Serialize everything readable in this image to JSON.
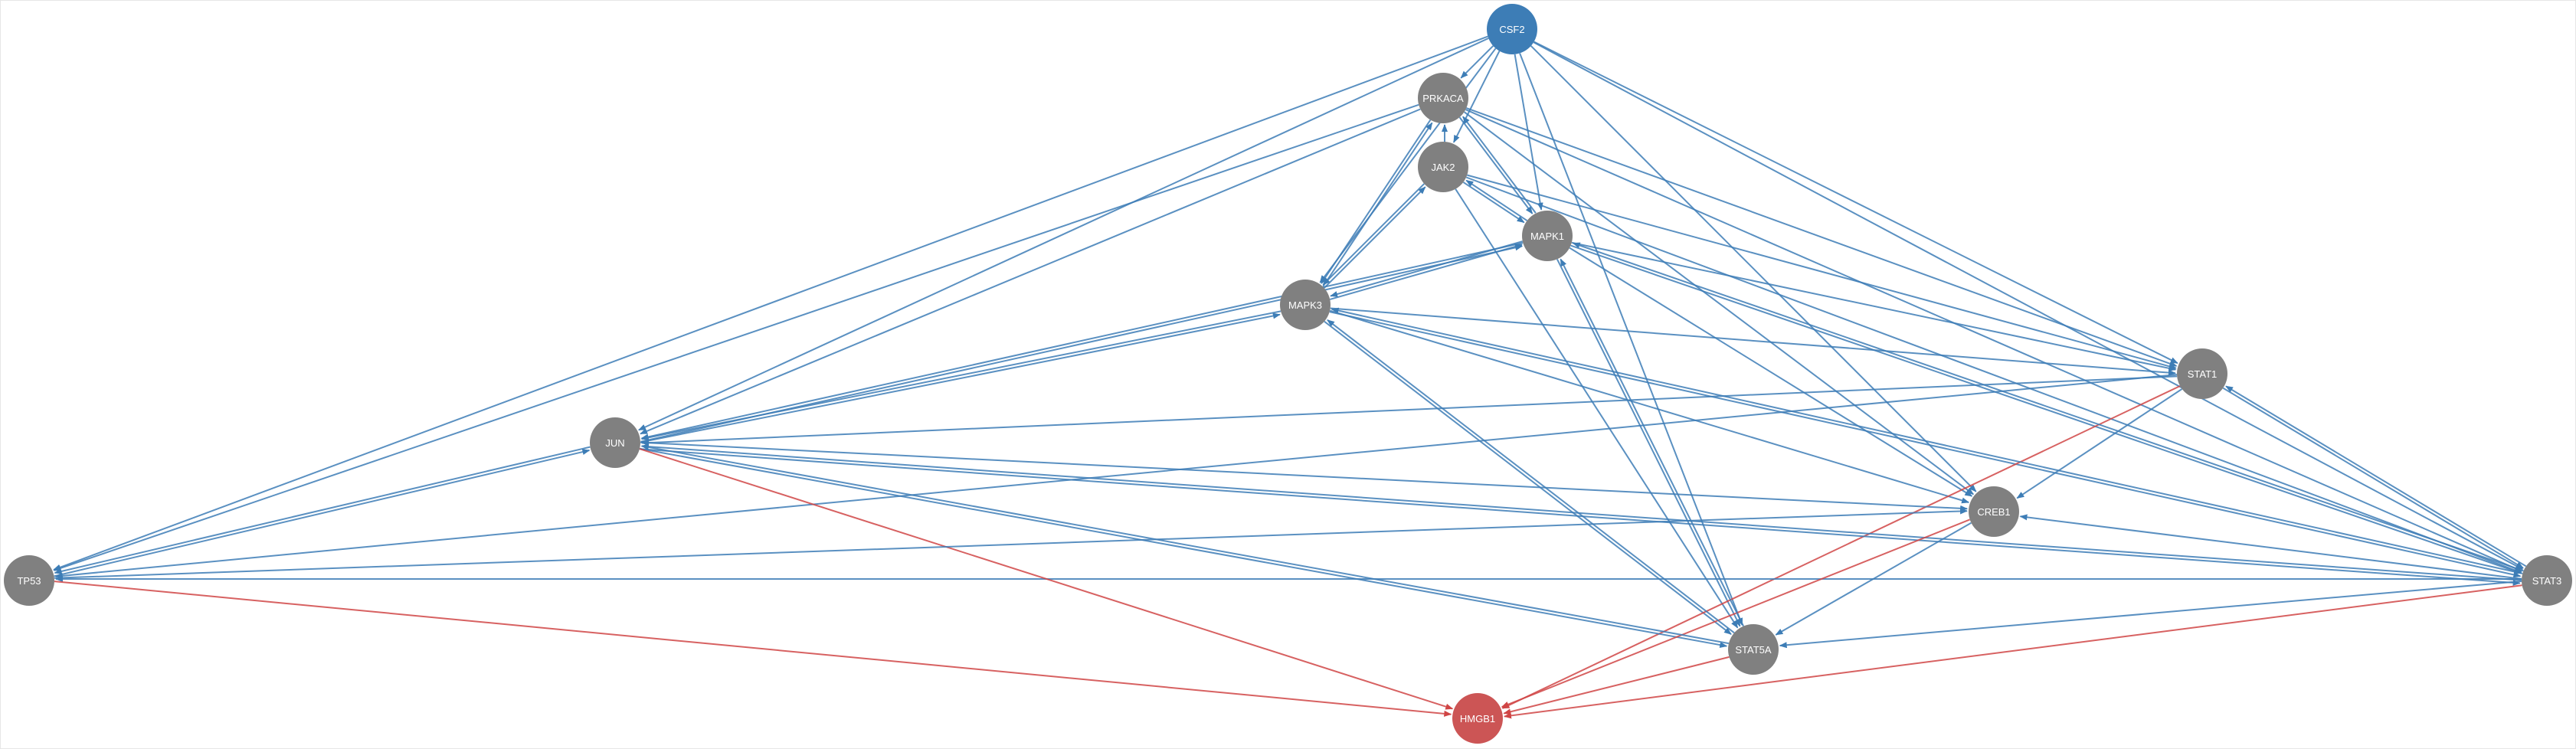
{
  "colors": {
    "node_default": "#808080",
    "node_source": "#3d7db6",
    "node_target": "#cc5555",
    "edge_activation": "#3d7db6",
    "edge_inhibition": "#d04545",
    "label": "#ffffff"
  },
  "nodes": [
    {
      "id": "CSF2",
      "label": "CSF2",
      "role": "source"
    },
    {
      "id": "PRKACA",
      "label": "PRKACA",
      "role": "default"
    },
    {
      "id": "JAK2",
      "label": "JAK2",
      "role": "default"
    },
    {
      "id": "MAPK1",
      "label": "MAPK1",
      "role": "default"
    },
    {
      "id": "MAPK3",
      "label": "MAPK3",
      "role": "default"
    },
    {
      "id": "STAT1",
      "label": "STAT1",
      "role": "default"
    },
    {
      "id": "JUN",
      "label": "JUN",
      "role": "default"
    },
    {
      "id": "CREB1",
      "label": "CREB1",
      "role": "default"
    },
    {
      "id": "TP53",
      "label": "TP53",
      "role": "default"
    },
    {
      "id": "STAT3",
      "label": "STAT3",
      "role": "default"
    },
    {
      "id": "STAT5A",
      "label": "STAT5A",
      "role": "default"
    },
    {
      "id": "HMGB1",
      "label": "HMGB1",
      "role": "target"
    }
  ],
  "edges": [
    {
      "from": "CSF2",
      "to": "PRKACA",
      "type": "activation"
    },
    {
      "from": "CSF2",
      "to": "JAK2",
      "type": "activation"
    },
    {
      "from": "CSF2",
      "to": "MAPK1",
      "type": "activation"
    },
    {
      "from": "CSF2",
      "to": "MAPK3",
      "type": "activation"
    },
    {
      "from": "CSF2",
      "to": "STAT1",
      "type": "activation"
    },
    {
      "from": "CSF2",
      "to": "STAT3",
      "type": "activation"
    },
    {
      "from": "CSF2",
      "to": "STAT5A",
      "type": "activation"
    },
    {
      "from": "CSF2",
      "to": "JUN",
      "type": "activation"
    },
    {
      "from": "CSF2",
      "to": "TP53",
      "type": "activation"
    },
    {
      "from": "CSF2",
      "to": "CREB1",
      "type": "activation"
    },
    {
      "from": "PRKACA",
      "to": "MAPK1",
      "type": "activation"
    },
    {
      "from": "PRKACA",
      "to": "MAPK3",
      "type": "activation"
    },
    {
      "from": "PRKACA",
      "to": "STAT1",
      "type": "activation"
    },
    {
      "from": "PRKACA",
      "to": "STAT3",
      "type": "activation"
    },
    {
      "from": "PRKACA",
      "to": "CREB1",
      "type": "activation"
    },
    {
      "from": "PRKACA",
      "to": "JUN",
      "type": "activation"
    },
    {
      "from": "PRKACA",
      "to": "TP53",
      "type": "activation"
    },
    {
      "from": "JAK2",
      "to": "PRKACA",
      "type": "activation"
    },
    {
      "from": "JAK2",
      "to": "MAPK1",
      "type": "activation"
    },
    {
      "from": "JAK2",
      "to": "MAPK3",
      "type": "activation"
    },
    {
      "from": "JAK2",
      "to": "STAT1",
      "type": "activation"
    },
    {
      "from": "JAK2",
      "to": "STAT3",
      "type": "activation"
    },
    {
      "from": "JAK2",
      "to": "STAT5A",
      "type": "activation"
    },
    {
      "from": "MAPK1",
      "to": "JAK2",
      "type": "activation"
    },
    {
      "from": "MAPK1",
      "to": "PRKACA",
      "type": "activation"
    },
    {
      "from": "MAPK1",
      "to": "STAT1",
      "type": "activation"
    },
    {
      "from": "MAPK1",
      "to": "STAT3",
      "type": "activation"
    },
    {
      "from": "MAPK1",
      "to": "CREB1",
      "type": "activation"
    },
    {
      "from": "MAPK1",
      "to": "STAT5A",
      "type": "activation"
    },
    {
      "from": "MAPK1",
      "to": "JUN",
      "type": "activation"
    },
    {
      "from": "MAPK1",
      "to": "MAPK3",
      "type": "activation"
    },
    {
      "from": "MAPK3",
      "to": "MAPK1",
      "type": "activation"
    },
    {
      "from": "MAPK3",
      "to": "JAK2",
      "type": "activation"
    },
    {
      "from": "MAPK3",
      "to": "PRKACA",
      "type": "activation"
    },
    {
      "from": "MAPK3",
      "to": "STAT1",
      "type": "activation"
    },
    {
      "from": "MAPK3",
      "to": "STAT3",
      "type": "activation"
    },
    {
      "from": "MAPK3",
      "to": "CREB1",
      "type": "activation"
    },
    {
      "from": "MAPK3",
      "to": "STAT5A",
      "type": "activation"
    },
    {
      "from": "MAPK3",
      "to": "JUN",
      "type": "activation"
    },
    {
      "from": "STAT1",
      "to": "JUN",
      "type": "activation"
    },
    {
      "from": "STAT1",
      "to": "TP53",
      "type": "activation"
    },
    {
      "from": "STAT1",
      "to": "CREB1",
      "type": "activation"
    },
    {
      "from": "STAT1",
      "to": "HMGB1",
      "type": "inhibition"
    },
    {
      "from": "STAT1",
      "to": "STAT3",
      "type": "activation"
    },
    {
      "from": "STAT3",
      "to": "STAT1",
      "type": "activation"
    },
    {
      "from": "STAT3",
      "to": "MAPK1",
      "type": "activation"
    },
    {
      "from": "STAT3",
      "to": "MAPK3",
      "type": "activation"
    },
    {
      "from": "STAT3",
      "to": "JUN",
      "type": "activation"
    },
    {
      "from": "STAT3",
      "to": "CREB1",
      "type": "activation"
    },
    {
      "from": "STAT3",
      "to": "STAT5A",
      "type": "activation"
    },
    {
      "from": "STAT3",
      "to": "HMGB1",
      "type": "inhibition"
    },
    {
      "from": "STAT3",
      "to": "TP53",
      "type": "activation"
    },
    {
      "from": "JUN",
      "to": "MAPK3",
      "type": "activation"
    },
    {
      "from": "JUN",
      "to": "MAPK1",
      "type": "activation"
    },
    {
      "from": "JUN",
      "to": "TP53",
      "type": "activation"
    },
    {
      "from": "JUN",
      "to": "CREB1",
      "type": "activation"
    },
    {
      "from": "JUN",
      "to": "STAT5A",
      "type": "activation"
    },
    {
      "from": "JUN",
      "to": "STAT3",
      "type": "activation"
    },
    {
      "from": "JUN",
      "to": "HMGB1",
      "type": "inhibition"
    },
    {
      "from": "TP53",
      "to": "JUN",
      "type": "activation"
    },
    {
      "from": "TP53",
      "to": "CREB1",
      "type": "activation"
    },
    {
      "from": "TP53",
      "to": "HMGB1",
      "type": "inhibition"
    },
    {
      "from": "CREB1",
      "to": "STAT5A",
      "type": "activation"
    },
    {
      "from": "CREB1",
      "to": "HMGB1",
      "type": "inhibition"
    },
    {
      "from": "STAT5A",
      "to": "HMGB1",
      "type": "inhibition"
    },
    {
      "from": "STAT5A",
      "to": "MAPK3",
      "type": "activation"
    },
    {
      "from": "STAT5A",
      "to": "MAPK1",
      "type": "activation"
    },
    {
      "from": "STAT5A",
      "to": "JUN",
      "type": "activation"
    }
  ]
}
